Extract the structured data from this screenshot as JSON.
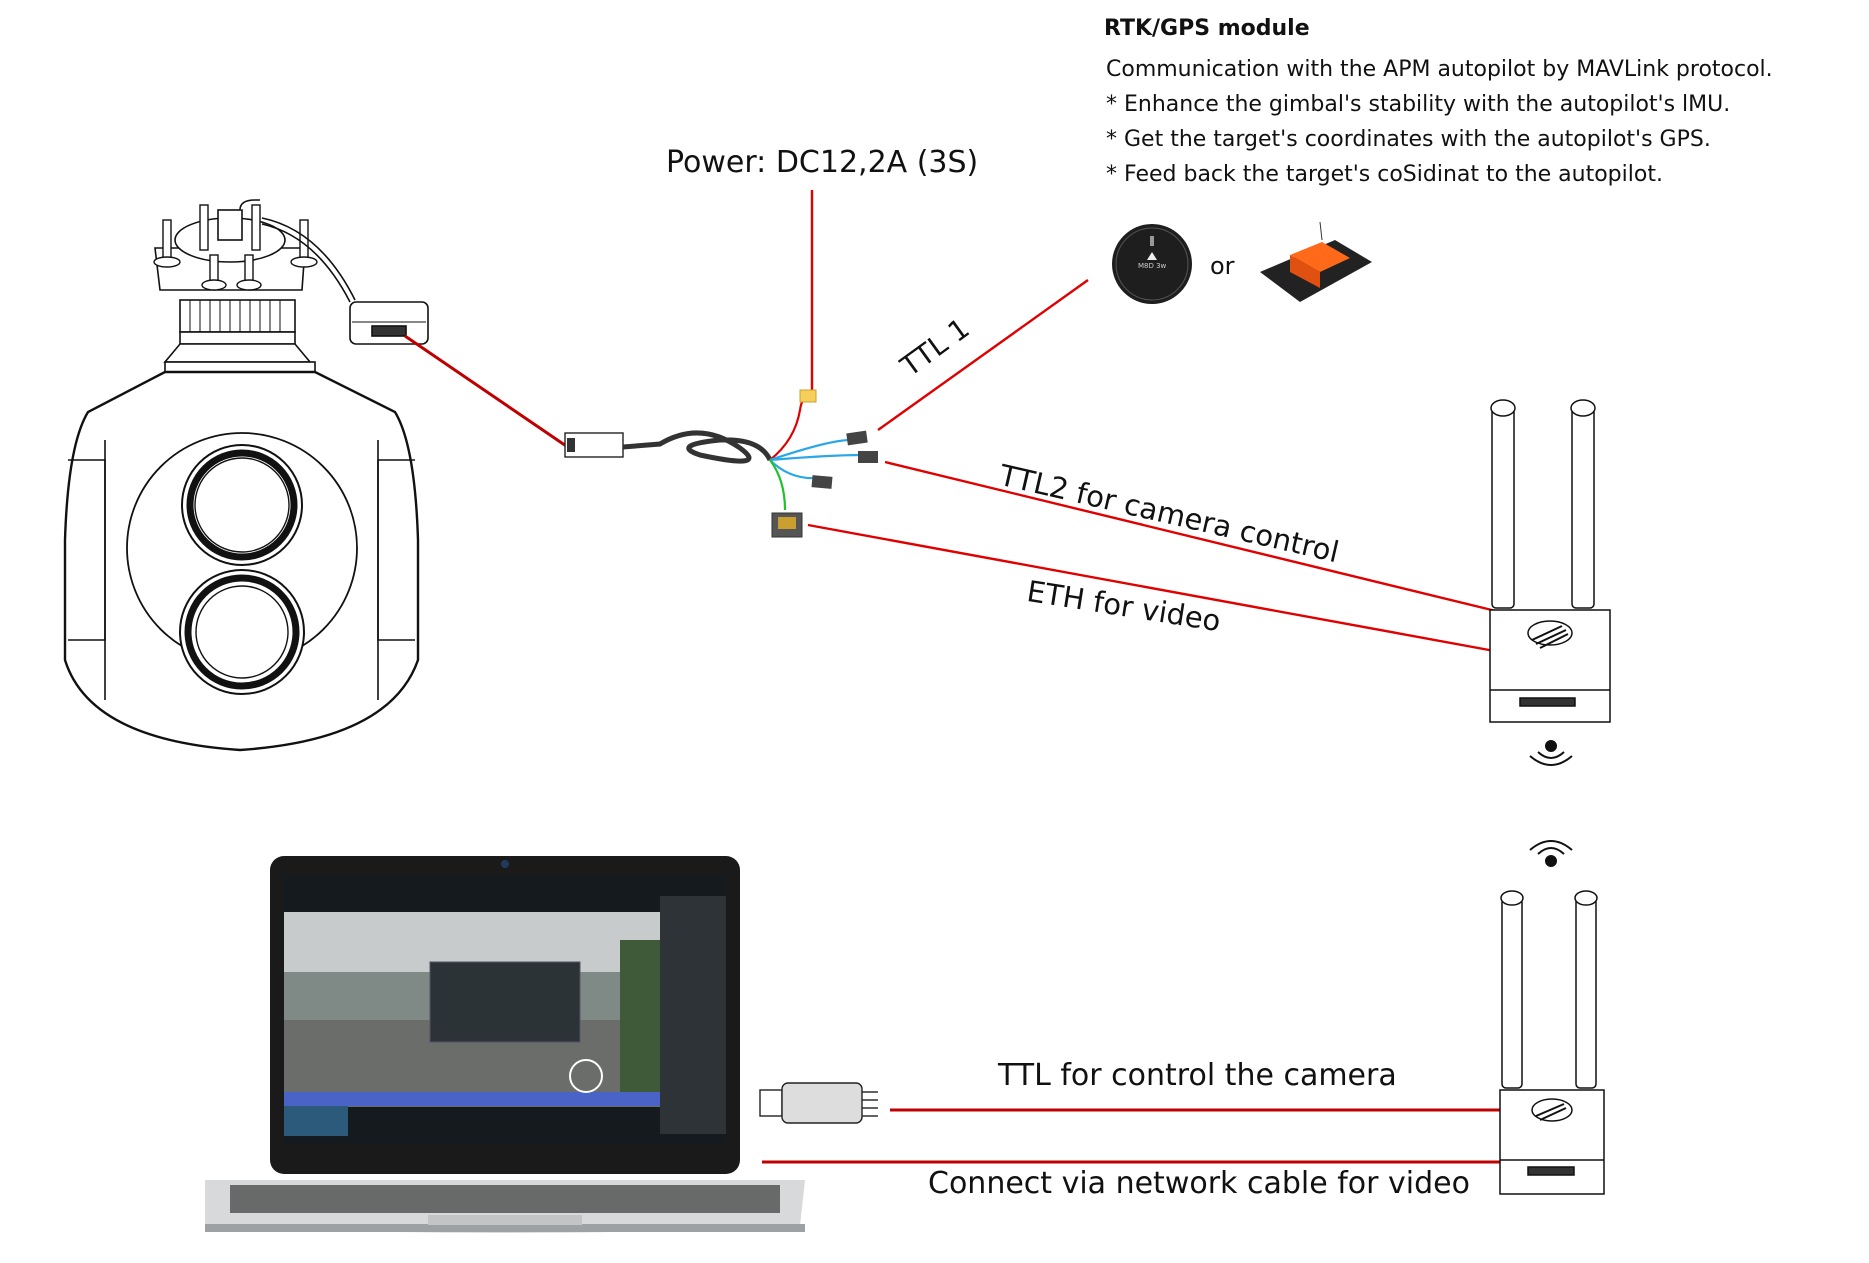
{
  "rtk": {
    "title": "RTK/GPS module",
    "lines": [
      "Communication with the APM autopilot by MAVLink protocol.",
      "* Enhance the gimbal's stability with the autopilot's lMU.",
      "* Get the target's coordinates with the autopilot's GPS.",
      "* Feed back the target's coSidinat to the autopilot."
    ],
    "or_label": "or",
    "gps_label": "M8D 3w"
  },
  "power_label": "Power: DC12,2A (3S)",
  "links": {
    "ttl1": "TTL 1",
    "ttl2": "TTL2 for camera control",
    "eth": "ETH for video",
    "ttl_ground": "TTL for control the camera",
    "net_ground": "Connect via network cable for video"
  },
  "colors": {
    "wire_red": "#e00000",
    "wire_blue": "#2aa7e8",
    "wire_green": "#22c02a",
    "xt_yellow": "#f5cf5a",
    "flight_ctrl_orange": "#ff6a1a"
  }
}
